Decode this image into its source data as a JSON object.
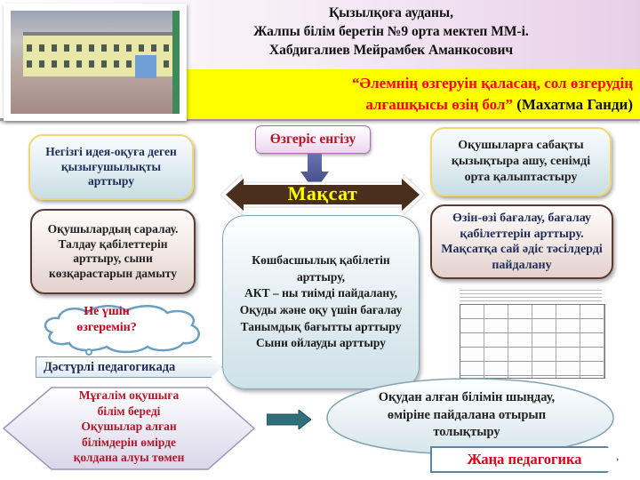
{
  "header": {
    "line1": "Қызылқоға ауданы,",
    "line2": "Жалпы білім беретін №9 орта мектеп ММ-і.",
    "line3": "Хабдигалиев Мейрамбек Аманкосович",
    "photo_alt": "school-building-photo"
  },
  "quote": {
    "text_line1": "“Әлемнің өзгеруін қаласаң, сол өзгерудің",
    "text_line2": "алғашқысы өзің бол”",
    "author": " (Махатма Ганди)"
  },
  "left_boxes": [
    {
      "text": "Негізгі идея-оқуға деген қызығушылықты арттыру"
    },
    {
      "text": "Оқушылардың саралау. Талдау қабілеттерін арттыру, сыни көзқарастарын дамыту"
    }
  ],
  "right_boxes": [
    {
      "text": "Оқушыларға сабақты қызықтыра ашу, сенімді орта қалыптастыру"
    },
    {
      "text": "Өзін-өзі бағалау, бағалау қабілеттерін арттыру. Мақсатқа сай әдіс тәсілдерді пайдалану"
    }
  ],
  "change_button": {
    "label": "Өзгеріс енгізу"
  },
  "goal": {
    "label": "Мақсат"
  },
  "center_box": {
    "lines": [
      "Көшбасшылық қабілетін арттыру,",
      "АКТ – ны тиімді пайдалану,",
      "Оқуды және оқу үшін бағалау",
      "Танымдық бағытты арттыру",
      "Сыни ойлауды арттыру"
    ]
  },
  "cloud": {
    "text": "Не үшін өзгеремін?"
  },
  "traditional": {
    "label": "Дәстүрлі педагогикада",
    "hex_text_lines": [
      "Мұғалім оқушыға",
      "білім береді",
      "Оқушылар алған",
      "білімдерін өмірде",
      "қолдана алуы төмен"
    ]
  },
  "new_pedagogy": {
    "label": "Жаңа педагогика",
    "speech_text": "Оқудан алған білімін шыңдау, өміріне пайдалана отырып толықтыру"
  },
  "colors": {
    "quote_band": "#ffff00",
    "quote_red": "#ff0000",
    "goal_arrow": "#4a2e1e",
    "goal_text": "#ffff00",
    "down_arrow": "#4a5490",
    "right_arrow": "#2f6f7a",
    "accent_red": "#b0182a",
    "navy_text": "#1f2e58"
  }
}
